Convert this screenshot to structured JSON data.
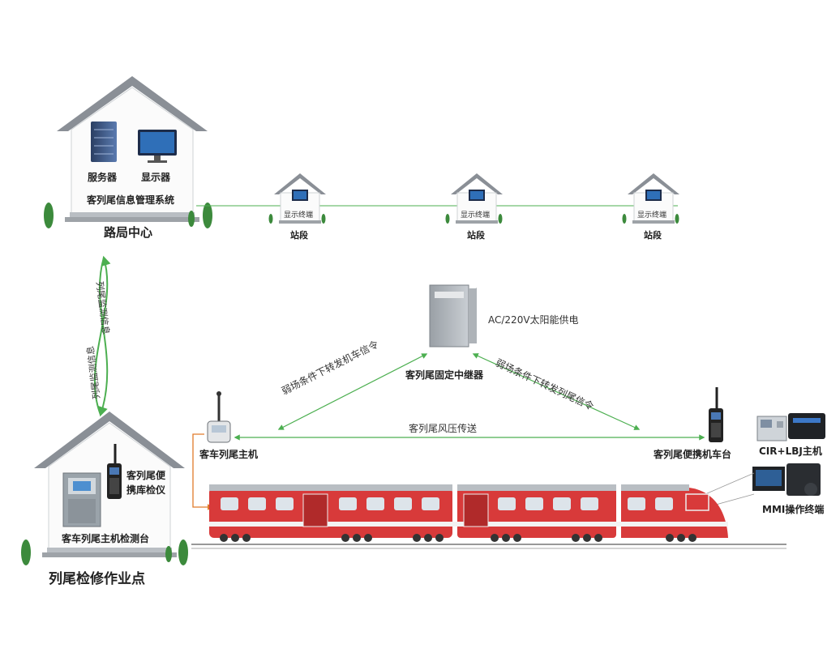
{
  "bureau": {
    "title": "路局中心",
    "server_label": "服务器",
    "monitor_label": "显示器",
    "system_label": "客列尾信息管理系统"
  },
  "stations": [
    {
      "terminal_label": "显示终端",
      "name": "站段"
    },
    {
      "terminal_label": "显示终端",
      "name": "站段"
    },
    {
      "terminal_label": "显示终端",
      "name": "站段"
    }
  ],
  "repeater": {
    "name": "客列尾固定中继器",
    "power": "AC/220V太阳能供电"
  },
  "links": {
    "left_forward": "弱场条件下转发机车信令",
    "right_forward": "弱场条件下转发列尾信令",
    "pressure": "客列尾风压传送",
    "monitor_up": "列尾监测信息",
    "monitor_down": "列尾监测信息"
  },
  "train": {
    "host_label": "客车列尾主机",
    "portable_label": "客列尾便携机车台",
    "cir_label": "CIR+LBJ主机",
    "mmi_label": "MMI操作终端"
  },
  "workshop": {
    "title": "列尾检修作业点",
    "tester_label_line1": "客列尾便",
    "tester_label_line2": "携库检仪",
    "bench_label": "客车列尾主机检测台"
  },
  "colors": {
    "link_green": "#4caf50",
    "train_red": "#d83a3a",
    "arrow_orange": "#e07b2a",
    "house_gray": "#8a8f96"
  }
}
